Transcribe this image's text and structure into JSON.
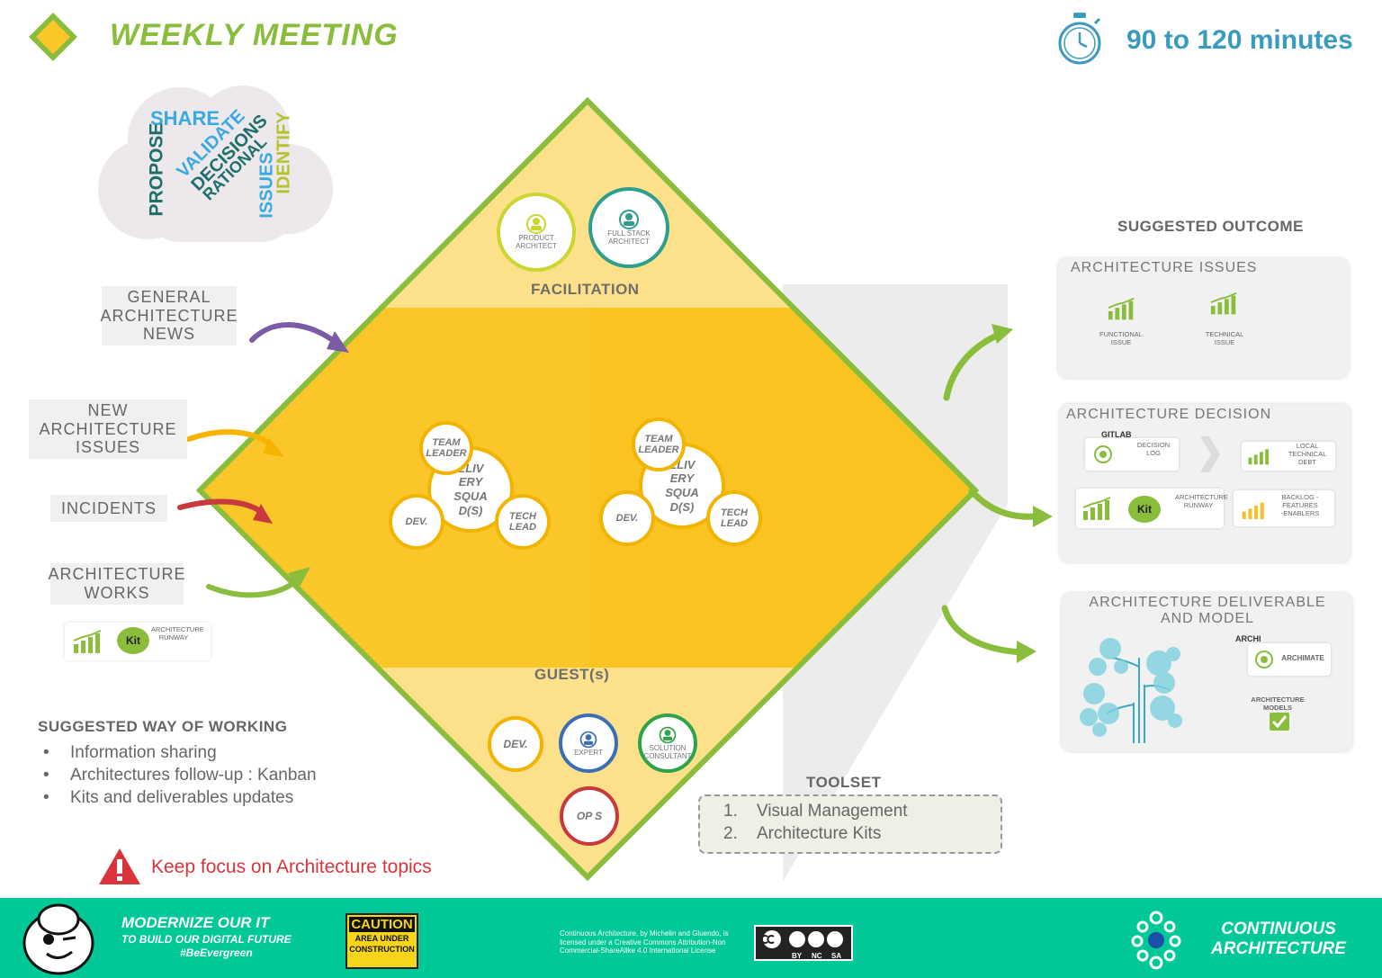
{
  "header": {
    "title": "WEEKLY MEETING",
    "duration": "90 to 120 minutes",
    "icons": [
      "diamond-logo-icon",
      "stopwatch-icon"
    ]
  },
  "cloud_words": [
    "SHARE",
    "PROPOSE",
    "VALIDATE",
    "DECISIONS",
    "RATIONAL",
    "ISSUES",
    "IDENTIFY"
  ],
  "inputs": [
    "GENERAL ARCHITECTURE NEWS",
    "NEW ARCHITECTURE ISSUES",
    "INCIDENTS",
    "ARCHITECTURE WORKS"
  ],
  "input_kit": {
    "kit": "Kit",
    "label": "ARCHITECTURE RUNWAY"
  },
  "diamond": {
    "facilitation": "FACILITATION",
    "facilitators": [
      "PRODUCT ARCHITECT",
      "FULL STACK ARCHITECT"
    ],
    "squads": [
      {
        "team_leader": "TEAM LEADER",
        "squad": "ELIV ERY SQUA D(S)",
        "dev": "DEV.",
        "tech_lead": "TECH LEAD"
      },
      {
        "team_leader": "TEAM LEADER",
        "squad": "ELIV ERY SQUA D(S)",
        "dev": "DEV.",
        "tech_lead": "TECH LEAD"
      }
    ],
    "guests_title": "GUEST(s)",
    "guests": [
      "DEV.",
      "EXPERT",
      "SOLUTION CONSULTANT",
      "OP S"
    ]
  },
  "outcome": {
    "title": "SUGGESTED OUTCOME",
    "issues": {
      "title": "ARCHITECTURE ISSUES",
      "items": [
        "FUNCTIONAL ISSUE",
        "TECHNICAL ISSUE"
      ]
    },
    "decision": {
      "title": "ARCHITECTURE DECISION",
      "gitlab": "GITLAB",
      "decision_log": "DECISION LOG",
      "local_debt": "LOCAL TECHNICAL DEBT",
      "kit": "Kit",
      "runway": "ARCHITECTURE RUNWAY",
      "backlog": "BACKLOG -FEATURES -ENABLERS"
    },
    "deliverable": {
      "title": "ARCHITECTURE DELIVERABLE AND MODEL",
      "archi": "ARCHI",
      "archimate": "ARCHIMATE",
      "models": "ARCHITECTURE MODELS"
    }
  },
  "way_of_working": {
    "title": "SUGGESTED WAY OF WORKING",
    "items": [
      "Information sharing",
      "Architectures follow-up : Kanban",
      "Kits and deliverables updates"
    ]
  },
  "toolset": {
    "title": "TOOLSET",
    "items": [
      "Visual Management",
      "Architecture Kits"
    ]
  },
  "warning": "Keep focus on Architecture topics",
  "footer": {
    "slogan1": "MODERNIZE OUR IT",
    "slogan2": "TO BUILD OUR DIGITAL FUTURE",
    "slogan3": "#BeEvergreen",
    "caution_title": "CAUTION",
    "caution_sub": "AREA UNDER CONSTRUCTION",
    "license": "Continuous Architecture, by Michelin and Gluendo, is licensed under a Creative Commons Attribution-Non Commercial-ShareAlike 4.0 International License",
    "cc_labels": [
      "BY",
      "NC",
      "SA"
    ],
    "brand": "CONTINUOUS ARCHITECTURE"
  },
  "colors": {
    "green": "#8bbd3c",
    "yellow": "#fbc62a",
    "light_yellow": "#fde08a",
    "teal": "#00c896",
    "blue": "#3a9bbf",
    "red": "#d9343c",
    "purple": "#7b5aa6"
  }
}
